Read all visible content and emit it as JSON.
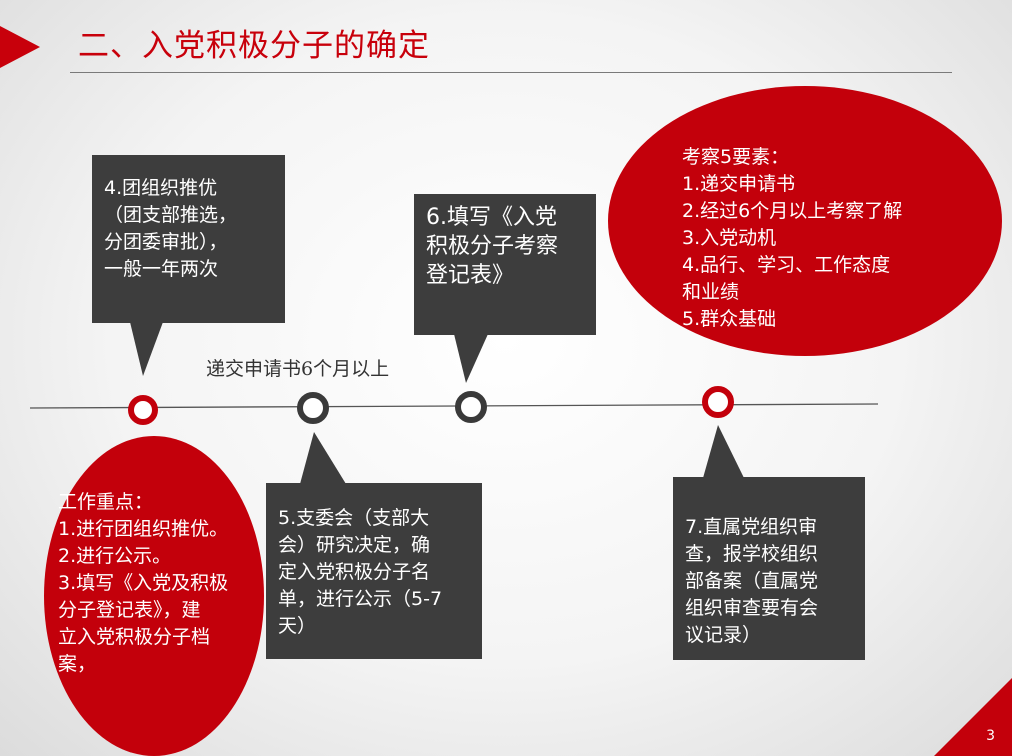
{
  "slide": {
    "title": "二、入党积极分子的确定",
    "page_number": "3",
    "timeline_label": "递交申请书6个月以上"
  },
  "steps": {
    "step4": "4.团组织推优\n（团支部推选，\n分团委审批），\n一般一年两次",
    "step5": "5.支委会（支部大\n会）研究决定，确\n定入党积极分子名\n单，进行公示（5-7\n天）",
    "step6": "6.填写《入党\n积极分子考察\n登记表》",
    "step7": "7.直属党组织审\n查，报学校组织\n部备案（直属党\n组织审查要有会\n议记录）"
  },
  "work_points": {
    "text": "工作重点：\n1.进行团组织推优。\n2.进行公示。\n3.填写《入党及积极\n分子登记表》，建\n立入党积极分子档\n案，"
  },
  "assessment": {
    "text": "考察5要素：\n1.递交申请书\n2.经过6个月以上考察了解\n3.入党动机\n4.品行、学习、工作态度\n和业绩\n5.群众基础"
  },
  "colors": {
    "accent_red": "#c3000b",
    "box_gray": "#3d3d3d"
  }
}
